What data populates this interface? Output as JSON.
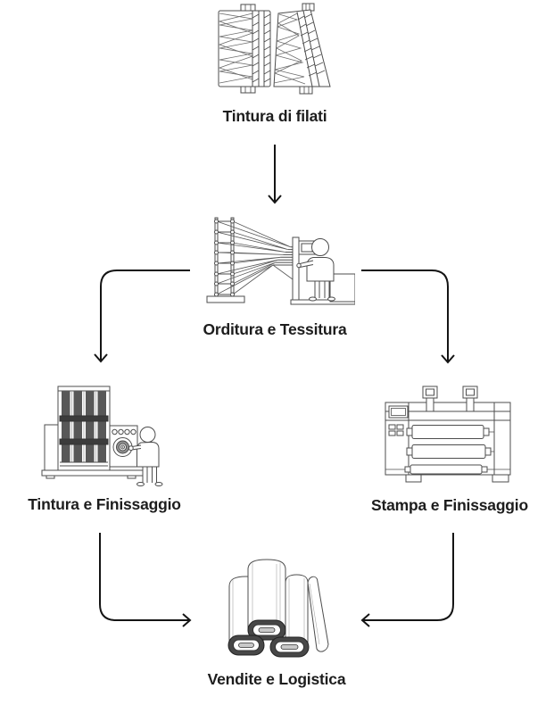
{
  "diagram": {
    "stages": [
      {
        "label": "Tintura di filati",
        "illustration": "yarn-spools"
      },
      {
        "label": "Orditura e Tessitura",
        "illustration": "warping-and-weaving-machine"
      },
      {
        "label": "Tintura e Finissaggio",
        "illustration": "fabric-dyeing-machine"
      },
      {
        "label": "Stampa e Finissaggio",
        "illustration": "fabric-printing-machine"
      },
      {
        "label": "Vendite e Logistica",
        "illustration": "fabric-rolls"
      }
    ],
    "connections": [
      {
        "from": "Tintura di filati",
        "to": "Orditura e Tessitura"
      },
      {
        "from": "Orditura e Tessitura",
        "to": "Tintura e Finissaggio"
      },
      {
        "from": "Orditura e Tessitura",
        "to": "Stampa e Finissaggio"
      },
      {
        "from": "Tintura e Finissaggio",
        "to": "Vendite e Logistica"
      },
      {
        "from": "Stampa e Finissaggio",
        "to": "Vendite e Logistica"
      }
    ],
    "colors": {
      "background": "#ffffff",
      "line_art": "#4d4d4d",
      "arrows": "#141414",
      "text": "#1d1d1d",
      "dark_stripe": "#585858",
      "roll_end_ring": "#474747"
    }
  }
}
